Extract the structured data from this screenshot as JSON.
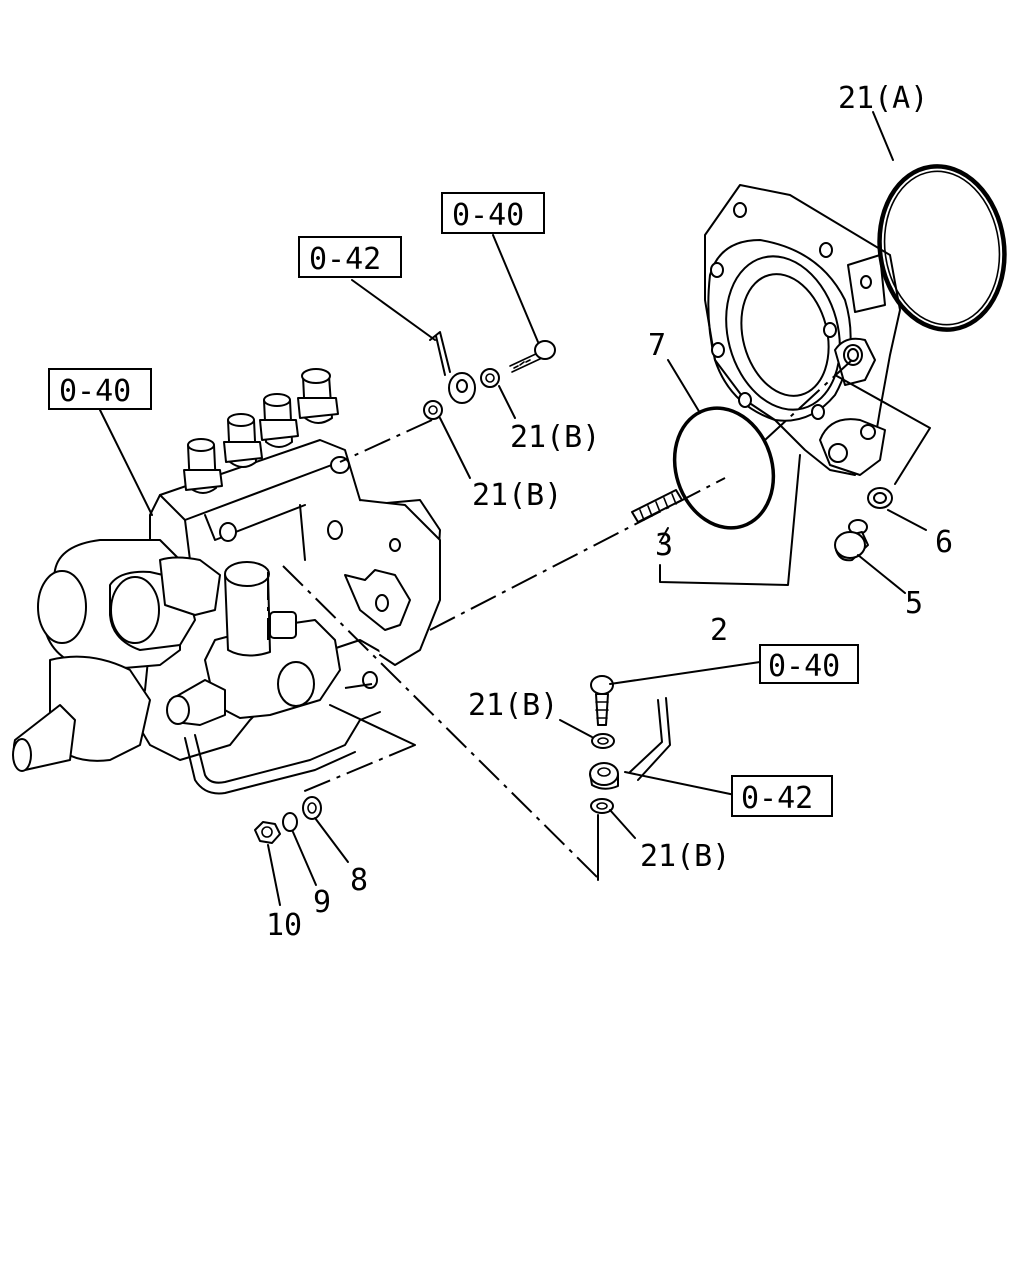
{
  "callouts": {
    "c21A": "21(A)",
    "c7": "7",
    "c21B_a": "21(B)",
    "c21B_b": "21(B)",
    "c21B_c": "21(B)",
    "c21B_d": "21(B)",
    "c3": "3",
    "c2": "2",
    "c6": "6",
    "c5": "5",
    "c8": "8",
    "c9": "9",
    "c10": "10"
  },
  "refs": {
    "r040_top": "0-40",
    "r042_top": "0-42",
    "r040_left": "0-40",
    "r040_right": "0-40",
    "r042_right": "0-42"
  }
}
